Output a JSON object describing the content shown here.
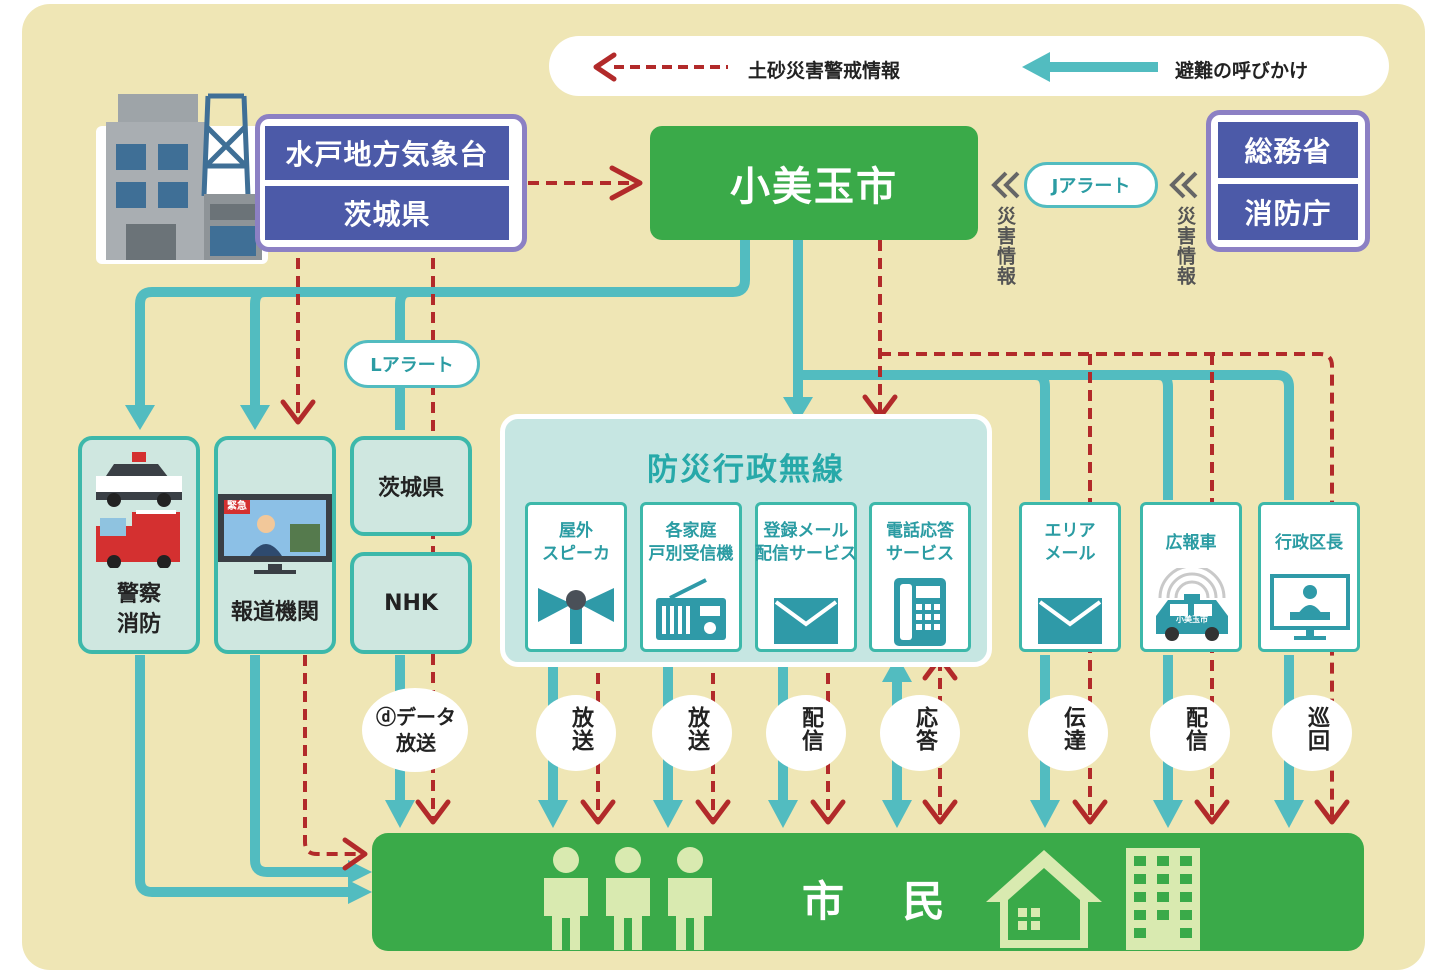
{
  "legend": {
    "warning_label": "土砂災害警戒情報",
    "evacuation_label": "避難の呼びかけ"
  },
  "sources": {
    "observatory": "水戸地方気象台",
    "prefecture": "茨城県",
    "ministry": "総務省",
    "fire_agency": "消防庁"
  },
  "city": "小美玉市",
  "j_alert": "Jアラート",
  "l_alert": "Lアラート",
  "disaster_info": "災害情報",
  "left_boxes": {
    "police_fire": "警察\n消防",
    "media": "報道機関",
    "prefecture": "茨城県",
    "nhk": "NHK"
  },
  "tv_badge": "緊急",
  "panel_title": "防災行政無線",
  "devices": [
    {
      "label": "屋外\nスピーカ",
      "action": "放送"
    },
    {
      "label": "各家庭\n戸別受信機",
      "action": "放送"
    },
    {
      "label": "登録メール\n配信サービス",
      "action": "配信"
    },
    {
      "label": "電話応答\nサービス",
      "action": "応答"
    }
  ],
  "outside": [
    {
      "label": "エリア\nメール",
      "action": "伝達"
    },
    {
      "label": "広報車",
      "action": "配信"
    },
    {
      "label": "行政区長",
      "action": "巡回"
    }
  ],
  "car_text": "小美玉市",
  "data_broadcast": {
    "mark": "ⓓ",
    "line1": "データ",
    "line2": "放送"
  },
  "citizens": "市 民",
  "colors": {
    "teal": "#52bcc0",
    "red": "#b22a2a",
    "green": "#3aaa49",
    "navy": "#4c5aa8",
    "background": "#efe6b5"
  }
}
